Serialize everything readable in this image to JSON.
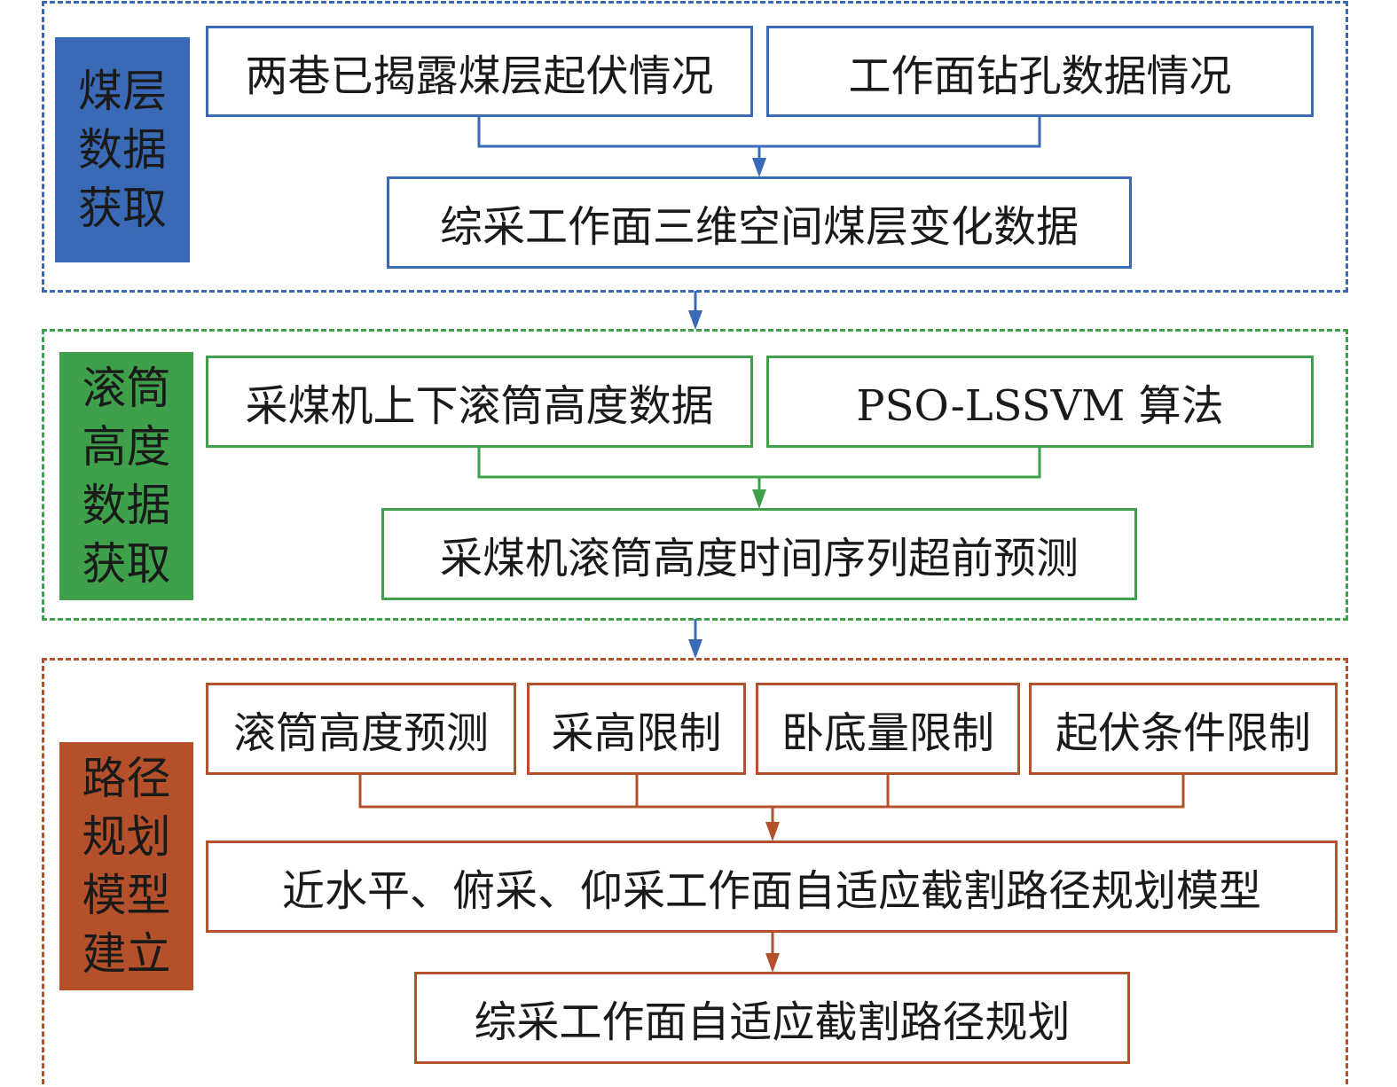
{
  "colors": {
    "blue": "#3A6AB5",
    "green": "#3EA04A",
    "brown": "#B5512A"
  },
  "section1": {
    "label": "煤层数据获取",
    "box_a": "两巷已揭露煤层起伏情况",
    "box_b": "工作面钻孔数据情况",
    "box_c": "综采工作面三维空间煤层变化数据"
  },
  "section2": {
    "label": "滚筒高度数据获取",
    "box_a": "采煤机上下滚筒高度数据",
    "box_b": "PSO-LSSVM 算法",
    "box_c": "采煤机滚筒高度时间序列超前预测"
  },
  "section3": {
    "label": "路径规划模型建立",
    "box_a": "滚筒高度预测",
    "box_b": "采高限制",
    "box_c": "卧底量限制",
    "box_d": "起伏条件限制",
    "box_model": "近水平、俯采、仰采工作面自适应截割路径规划模型",
    "box_final": "综采工作面自适应截割路径规划"
  }
}
